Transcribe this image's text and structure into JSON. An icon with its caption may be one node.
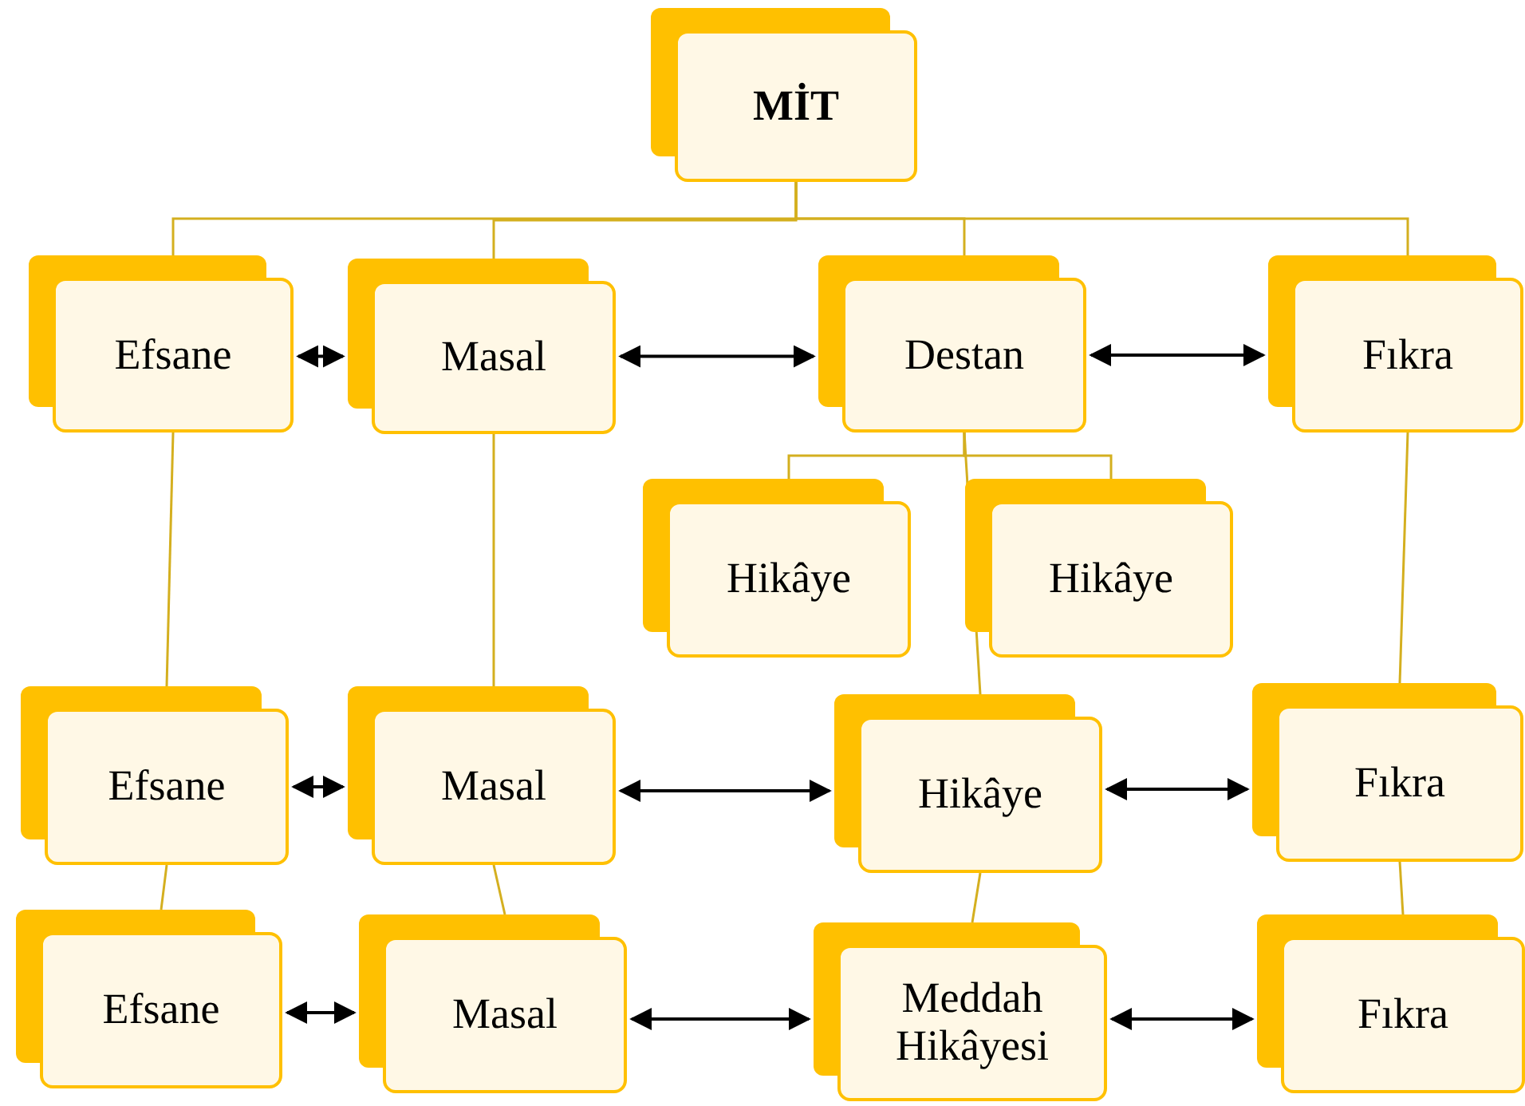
{
  "diagram": {
    "nodes": [
      {
        "text": [
          "MİT"
        ]
      },
      {
        "text": [
          "Efsane"
        ]
      },
      {
        "text": [
          "Masal"
        ]
      },
      {
        "text": [
          "Destan"
        ]
      },
      {
        "text": [
          "Fıkra"
        ]
      },
      {
        "text": [
          "Hikâye"
        ]
      },
      {
        "text": [
          "Hikâye"
        ]
      },
      {
        "text": [
          "Efsane"
        ]
      },
      {
        "text": [
          "Masal"
        ]
      },
      {
        "text": [
          "Hikâye"
        ]
      },
      {
        "text": [
          "Fıkra"
        ]
      },
      {
        "text": [
          "Efsane"
        ]
      },
      {
        "text": [
          "Masal"
        ]
      },
      {
        "text": [
          "Meddah Hikâyesi"
        ]
      },
      {
        "text": [
          "Fıkra"
        ]
      }
    ],
    "edges": [
      {
        "from": 0,
        "to": 1,
        "arrow": "none"
      },
      {
        "from": 0,
        "to": 2,
        "arrow": "none"
      },
      {
        "from": 0,
        "to": 3,
        "arrow": "none"
      },
      {
        "from": 0,
        "to": 4,
        "arrow": "none"
      },
      {
        "from": 1,
        "to": 2,
        "arrow": "both",
        "color": "#000000"
      },
      {
        "from": 2,
        "to": 3,
        "arrow": "both",
        "color": "#000000"
      },
      {
        "from": 3,
        "to": 4,
        "arrow": "both",
        "color": "#000000"
      },
      {
        "from": 3,
        "to": 5,
        "arrow": "none"
      },
      {
        "from": 3,
        "to": 6,
        "arrow": "none"
      },
      {
        "from": 3,
        "to": 9,
        "arrow": "none"
      },
      {
        "from": 1,
        "to": 7,
        "arrow": "none"
      },
      {
        "from": 2,
        "to": 8,
        "arrow": "none"
      },
      {
        "from": 4,
        "to": 10,
        "arrow": "none"
      },
      {
        "from": 7,
        "to": 8,
        "arrow": "both",
        "color": "#000000"
      },
      {
        "from": 8,
        "to": 9,
        "arrow": "both",
        "color": "#000000"
      },
      {
        "from": 9,
        "to": 10,
        "arrow": "both",
        "color": "#000000"
      },
      {
        "from": 7,
        "to": 11,
        "arrow": "none"
      },
      {
        "from": 8,
        "to": 12,
        "arrow": "none"
      },
      {
        "from": 9,
        "to": 13,
        "arrow": "none"
      },
      {
        "from": 10,
        "to": 14,
        "arrow": "none"
      },
      {
        "from": 11,
        "to": 12,
        "arrow": "both",
        "color": "#000000"
      },
      {
        "from": 12,
        "to": 13,
        "arrow": "both",
        "color": "#000000"
      },
      {
        "from": 13,
        "to": 14,
        "arrow": "both",
        "color": "#000000"
      }
    ]
  }
}
